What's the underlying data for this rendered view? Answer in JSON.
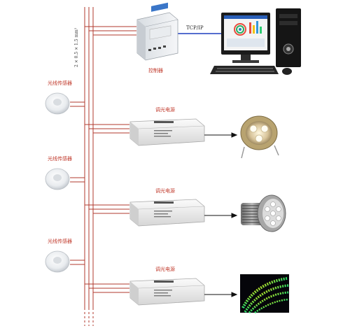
{
  "labels": {
    "cable_spec": "2 × 0.5 × 1.5 mm²",
    "tcp_ip": "TCP/IP",
    "controller": "控制器",
    "light_sensor_1": "光线传感器",
    "light_sensor_2": "光线传感器",
    "light_sensor_3": "光线传感器",
    "dimmer_1": "调光电源",
    "dimmer_2": "调光电源",
    "dimmer_3": "调光电源"
  },
  "colors": {
    "bus_line": "#b03a2e",
    "network_line": "#1f3fbf",
    "output_arrow": "#111111",
    "label_text": "#c0392b"
  },
  "icons": {
    "controller": "din-rail-controller-icon",
    "computer": "desktop-computer-icon",
    "sensor": "ceiling-light-sensor-icon",
    "driver": "dimming-power-supply-icon",
    "downlight": "led-downlight-icon",
    "spotlight": "led-spotlight-icon",
    "strip": "rgb-led-strip-icon"
  }
}
